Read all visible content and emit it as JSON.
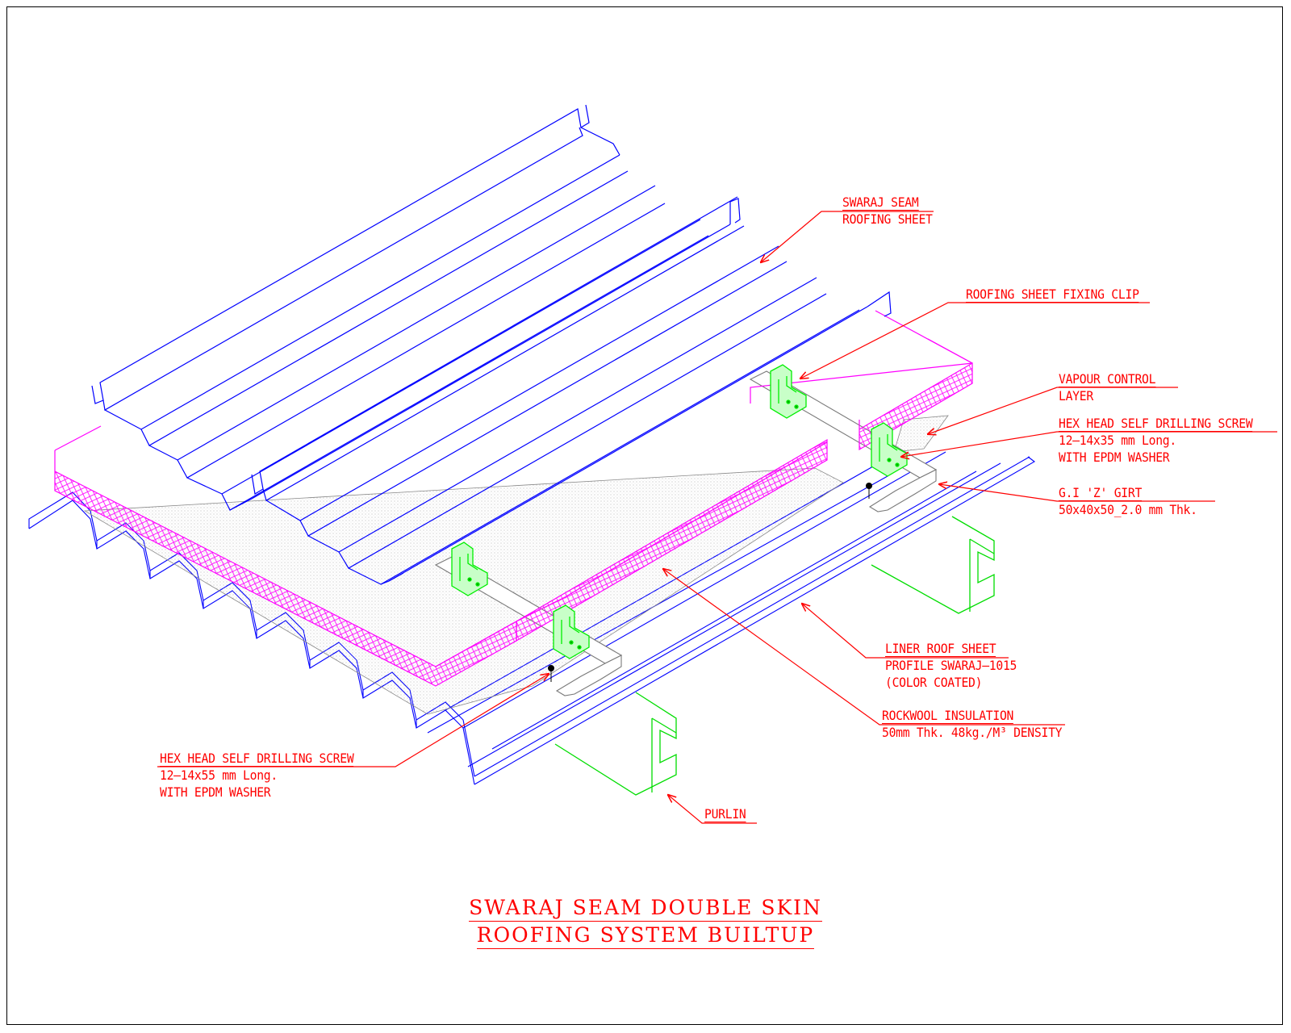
{
  "colors": {
    "sheet": "#0000ff",
    "insulation": "#ff00ff",
    "clip": "#00ff00",
    "purlin": "#00dd00",
    "annotation": "#ff0000",
    "girt": "#7a7a7a",
    "frame": "#000000"
  },
  "labels": {
    "seam_sheet": [
      "SWARAJ SEAM",
      "ROOFING SHEET"
    ],
    "fixing_clip": [
      "ROOFING SHEET FIXING CLIP"
    ],
    "vapour_control": [
      "VAPOUR CONTROL",
      "LAYER"
    ],
    "screw_top": [
      "HEX HEAD SELF DRILLING SCREW",
      "12–14x35 mm Long.",
      "WITH EPDM WASHER"
    ],
    "z_girt": [
      "G.I 'Z' GIRT",
      "50x40x50_2.0 mm Thk."
    ],
    "liner_sheet": [
      "LINER ROOF SHEET",
      "PROFILE SWARAJ–1015",
      "(COLOR COATED)"
    ],
    "rockwool": [
      "ROCKWOOL INSULATION",
      "50mm Thk. 48kg./M³ DENSITY"
    ],
    "screw_bottom": [
      "HEX HEAD SELF DRILLING SCREW",
      "12–14x55 mm Long.",
      "WITH EPDM WASHER"
    ],
    "purlin": [
      "PURLIN"
    ]
  },
  "title": {
    "line1": "SWARAJ SEAM DOUBLE SKIN",
    "line2": "ROOFING SYSTEM BUILTUP"
  }
}
